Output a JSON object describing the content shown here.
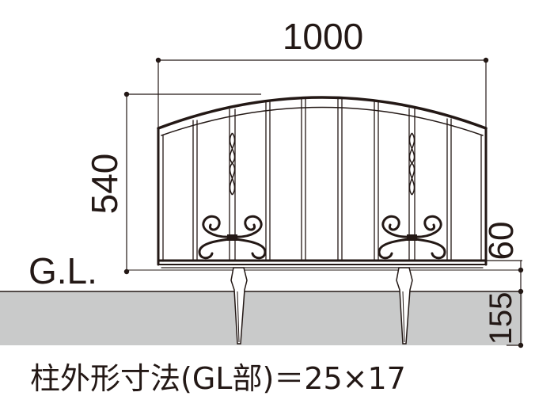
{
  "dimensions": {
    "width_label": "1000",
    "height_label": "540",
    "clearance_label": "60",
    "embed_label": "155",
    "ground_label": "G.L."
  },
  "caption": "柱外形寸法(GL部)＝25×17",
  "colors": {
    "line": "#231815",
    "ground_fill": "#c9caca",
    "background": "#ffffff"
  }
}
